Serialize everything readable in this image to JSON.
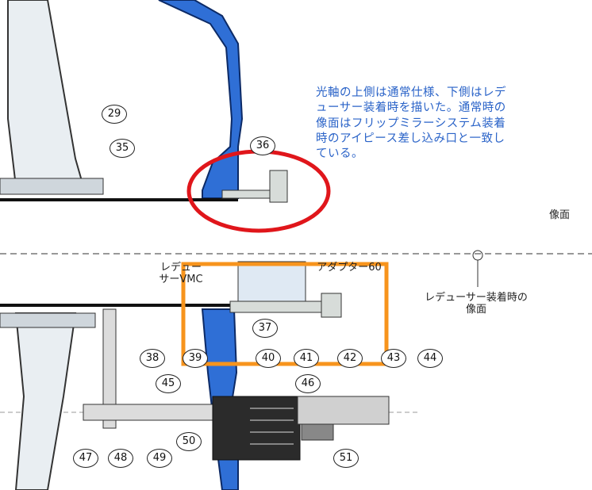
{
  "note": "光軸の上側は通常仕様、下側はレデューサー装着時を描いた。通常時の像面はフリップミラーシステム装着時のアイピース差し込み口と一致している。",
  "labels": {
    "image_plane": "像面",
    "reducer_image_plane": "レデューサー装着時の像面",
    "reducer_vmc": "レデューサーVMC",
    "adapter60": "アダプター60"
  },
  "part_numbers": [
    "29",
    "35",
    "36",
    "37",
    "38",
    "39",
    "40",
    "41",
    "42",
    "43",
    "44",
    "45",
    "46",
    "47",
    "48",
    "49",
    "50",
    "51"
  ],
  "colors": {
    "tube_blue": "#2f6fd6",
    "highlight_red": "#e0161b",
    "highlight_orange": "#f7941d",
    "note_text": "#2a63c8"
  }
}
